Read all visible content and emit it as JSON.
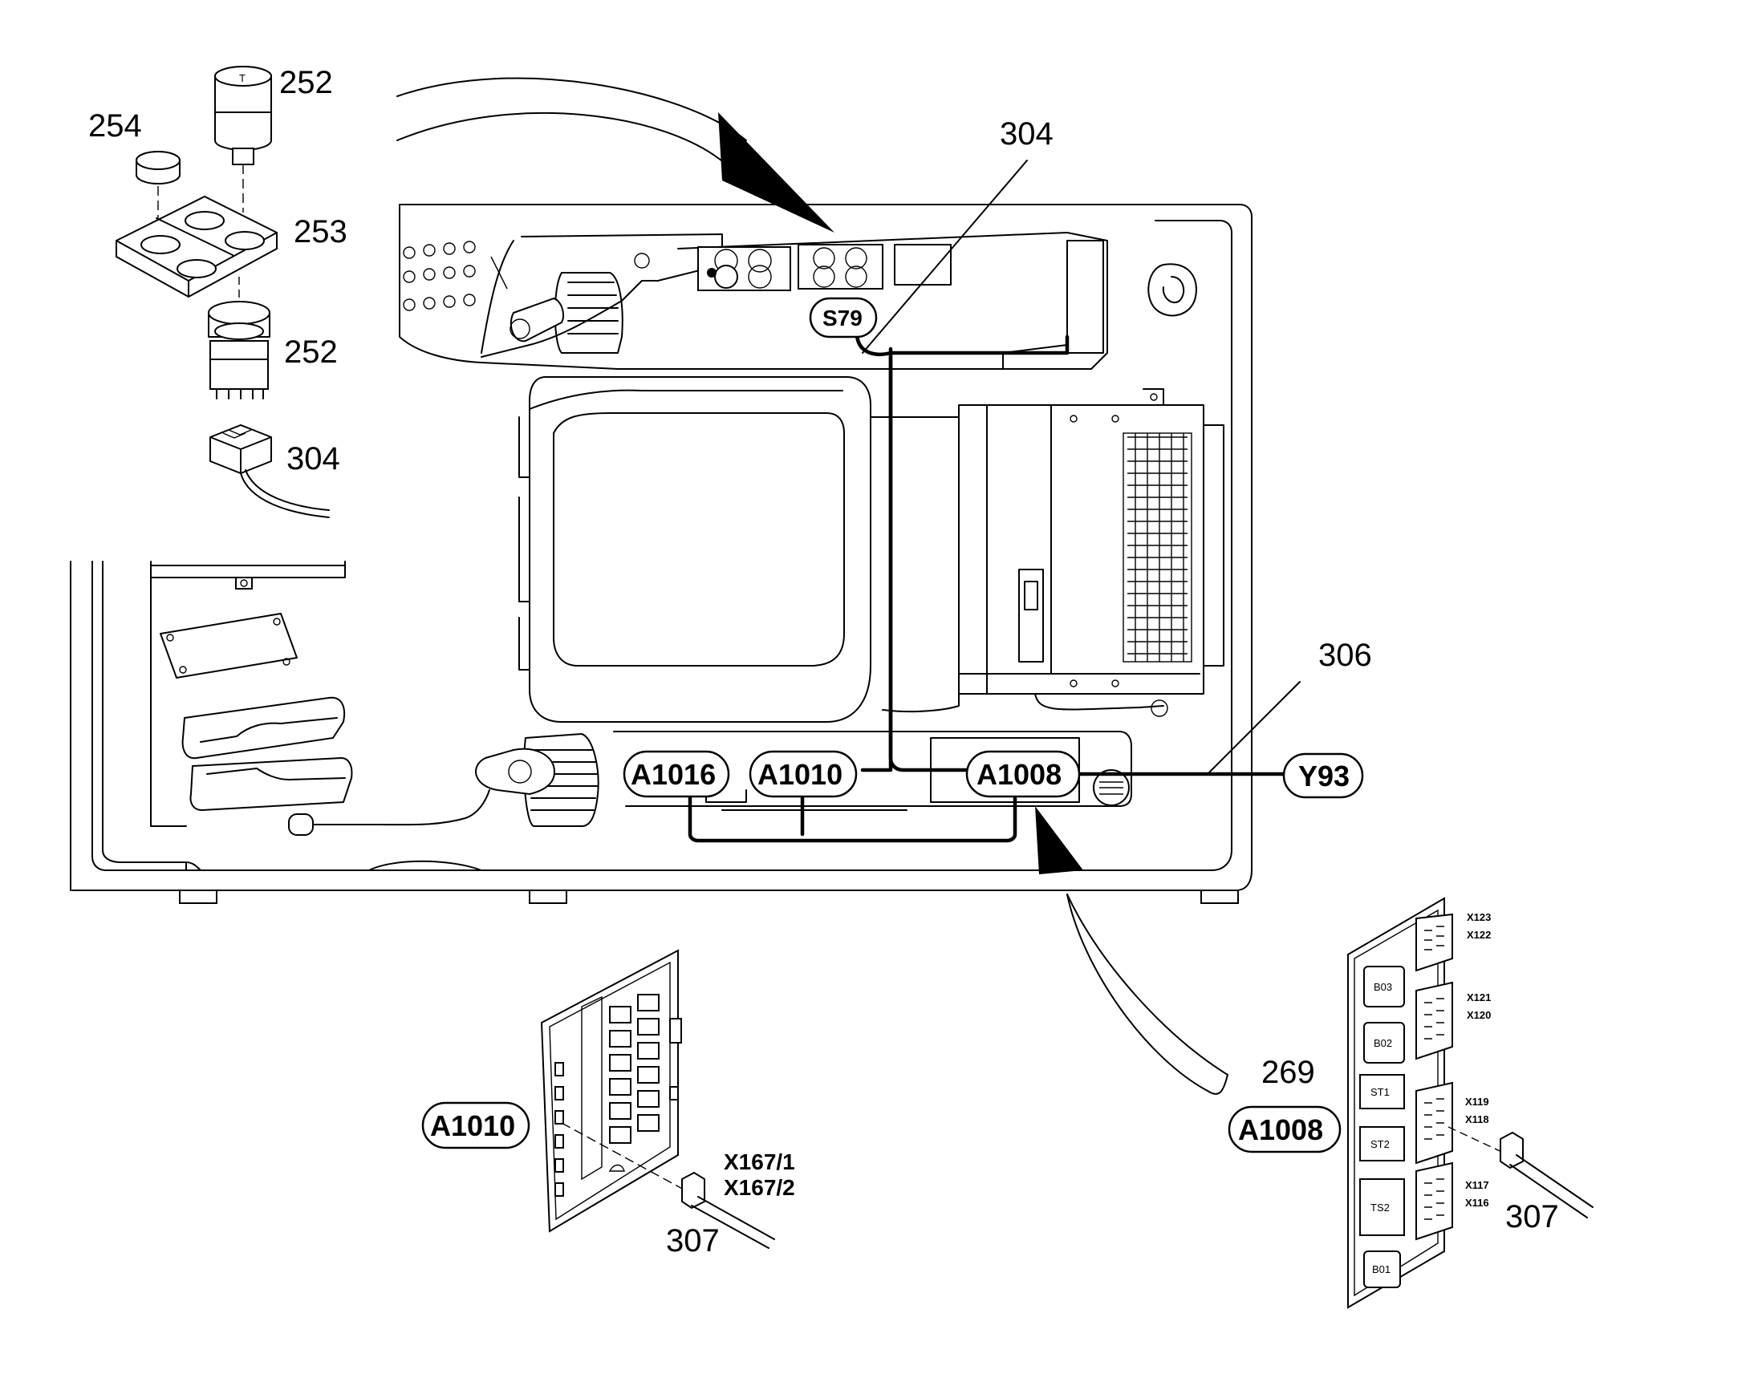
{
  "callouts": {
    "n252_top": "252",
    "n254": "254",
    "n253": "253",
    "n252_bottom": "252",
    "n304_left": "304",
    "n304_top": "304",
    "n306": "306",
    "n269": "269",
    "n307_left": "307",
    "n307_right": "307"
  },
  "tags": {
    "s79": "S79",
    "a1016": "A1016",
    "a1010": "A1010",
    "a1008": "A1008",
    "y93": "Y93",
    "a1010_board": "A1010",
    "a1008_board": "A1008"
  },
  "connectors_a1010": [
    "X167/1",
    "X167/2"
  ],
  "board_a1008": {
    "pins": [
      "X123",
      "X122",
      "X121",
      "X120",
      "X119",
      "X118",
      "X117",
      "X116"
    ],
    "chips": [
      "B03",
      "B02",
      "ST1",
      "ST2",
      "TS2",
      "B01"
    ]
  },
  "wire_color": "#000000",
  "background_color": "#ffffff"
}
